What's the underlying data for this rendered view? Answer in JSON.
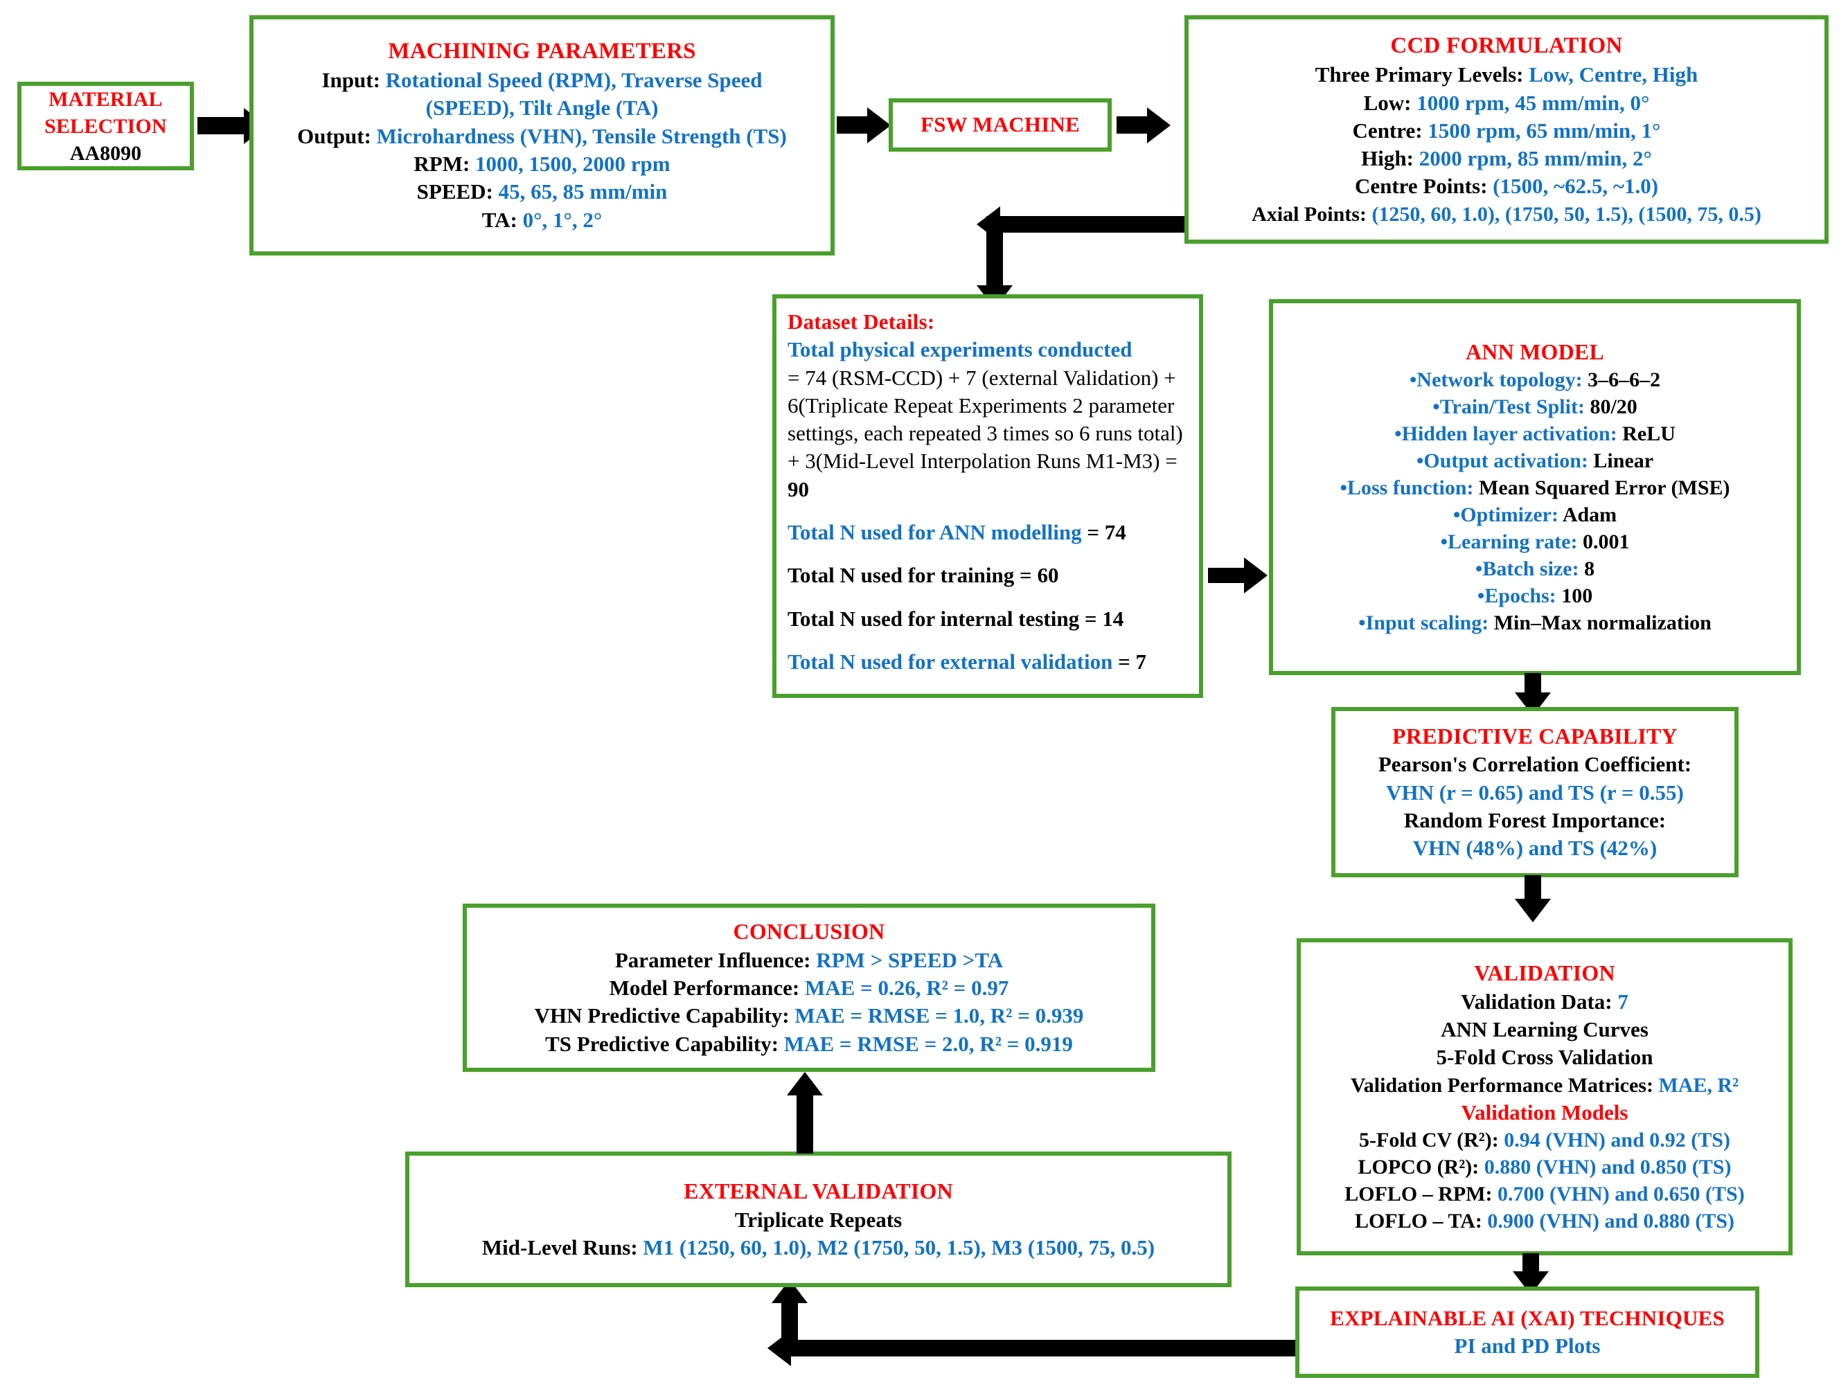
{
  "theme": {
    "box_border_color": "#4aa02c",
    "title_color": "#ff0000",
    "accent_text_color": "#1272c4",
    "body_text_color": "#000000",
    "background": "#ffffff",
    "arrow_color": "#000000"
  },
  "material_selection": {
    "title": "MATERIAL SELECTION",
    "title_line1": "MATERIAL",
    "title_line2": "SELECTION",
    "alloy": "AA8090"
  },
  "machining_parameters": {
    "title": "MACHINING PARAMETERS",
    "input_label": "Input:",
    "input_value_line1": "Rotational Speed (RPM), Traverse Speed",
    "input_value_line2": "(SPEED), Tilt Angle (TA)",
    "output_label": "Output:",
    "output_value": "Microhardness (VHN), Tensile Strength (TS)",
    "rpm_label": "RPM:",
    "rpm_value": "1000, 1500, 2000 rpm",
    "speed_label": "SPEED:",
    "speed_value": "45, 65, 85 mm/min",
    "ta_label": "TA:",
    "ta_value": "0°, 1°, 2°"
  },
  "fsw_machine": {
    "title": "FSW MACHINE"
  },
  "ccd_formulation": {
    "title": "CCD FORMULATION",
    "rows": [
      {
        "label": "Three Primary Levels:",
        "value": "Low, Centre, High"
      },
      {
        "label": "Low:",
        "value": "1000 rpm, 45 mm/min, 0°"
      },
      {
        "label": "Centre:",
        "value": "1500 rpm, 65 mm/min, 1°"
      },
      {
        "label": "High:",
        "value": "2000 rpm, 85 mm/min, 2°"
      },
      {
        "label": "Centre Points:",
        "value": "(1500, ~62.5, ~1.0)"
      },
      {
        "label": "Axial Points:",
        "value": "(1250, 60, 1.0), (1750, 50, 1.5), (1500, 75, 0.5)"
      }
    ]
  },
  "dataset_details": {
    "title": "Dataset Details:",
    "total_headline": "Total physical experiments conducted",
    "total_body": "= 74 (RSM-CCD) + 7 (external Validation) + 6(Triplicate Repeat Experiments 2 parameter settings, each repeated 3 times so 6 runs total) + 3(Mid-Level Interpolation Runs M1-M3) = ",
    "total_value": "90",
    "lines": [
      {
        "label": "Total N used for ANN modelling",
        "sep": " = ",
        "value": "74",
        "label_color": "blue",
        "value_color": "black"
      },
      {
        "label": "Total N used for training",
        "sep": " = ",
        "value": "60",
        "label_color": "black",
        "value_color": "black"
      },
      {
        "label": "Total N used for internal testing",
        "sep": " = ",
        "value": "14",
        "label_color": "black",
        "value_color": "black"
      },
      {
        "label": "Total N used for external validation",
        "sep": " = ",
        "value": "7",
        "label_color": "blue",
        "value_color": "black"
      }
    ]
  },
  "ann_model": {
    "title": "ANN MODEL",
    "bullets": [
      {
        "label": "•Network topology:",
        "value": "3–6–6–2"
      },
      {
        "label": "•Train/Test Split:",
        "value": "80/20"
      },
      {
        "label": "•Hidden layer activation:",
        "value": "ReLU"
      },
      {
        "label": "•Output activation:",
        "value": "Linear"
      },
      {
        "label": "•Loss function:",
        "value": "Mean Squared Error (MSE)"
      },
      {
        "label": "•Optimizer:",
        "value": "Adam"
      },
      {
        "label": "•Learning rate:",
        "value": "0.001"
      },
      {
        "label": "•Batch size:",
        "value": "8"
      },
      {
        "label": "•Epochs:",
        "value": "100"
      },
      {
        "label": "•Input scaling:",
        "value": "Min–Max normalization"
      }
    ]
  },
  "predictive_capability": {
    "title": "PREDICTIVE CAPABILITY",
    "pearson_label": "Pearson's Correlation Coefficient:",
    "pearson_value": "VHN (r = 0.65) and TS (r = 0.55)",
    "rf_label": "Random Forest Importance:",
    "rf_value": "VHN (48%) and TS (42%)"
  },
  "validation": {
    "title": "VALIDATION",
    "data_label": "Validation Data:",
    "data_value": "7",
    "learning_curves": "ANN Learning Curves",
    "cross_validation": "5-Fold Cross Validation",
    "matrices_label": "Validation Performance Matrices:",
    "matrices_value": "MAE, R²",
    "models_title": "Validation Models",
    "models": [
      {
        "label": "5-Fold CV (R²):",
        "value": "0.94 (VHN) and 0.92 (TS)"
      },
      {
        "label": "LOPCO (R²):",
        "value": "0.880 (VHN) and 0.850 (TS)"
      },
      {
        "label": "LOFLO – RPM:",
        "value": "0.700 (VHN) and 0.650 (TS)"
      },
      {
        "label": "LOFLO – TA:",
        "value": "0.900 (VHN) and 0.880 (TS)"
      }
    ]
  },
  "xai": {
    "title": "EXPLAINABLE AI (XAI) TECHNIQUES",
    "plots": "PI and PD Plots"
  },
  "external_validation": {
    "title": "EXTERNAL VALIDATION",
    "repeats": "Triplicate Repeats",
    "runs_label": "Mid-Level Runs:",
    "runs_value": "M1 (1250, 60, 1.0), M2 (1750, 50, 1.5), M3 (1500, 75, 0.5)"
  },
  "conclusion": {
    "title": "CONCLUSION",
    "rows": [
      {
        "label": "Parameter Influence:",
        "value": "RPM > SPEED >TA"
      },
      {
        "label": "Model Performance:",
        "value": "MAE = 0.26, R² = 0.97"
      },
      {
        "label": "VHN Predictive Capability:",
        "value": "MAE = RMSE = 1.0, R² = 0.939"
      },
      {
        "label": "TS Predictive Capability:",
        "value": "MAE = RMSE = 2.0, R² = 0.919"
      }
    ]
  },
  "flow": {
    "edges": [
      {
        "from": "material-selection",
        "to": "machining-parameters",
        "direction": "right"
      },
      {
        "from": "machining-parameters",
        "to": "fsw-machine",
        "direction": "right"
      },
      {
        "from": "fsw-machine",
        "to": "ccd-formulation",
        "direction": "right"
      },
      {
        "from": "ccd-formulation",
        "to": "dataset-details",
        "direction": "left-down"
      },
      {
        "from": "dataset-details",
        "to": "ann-model",
        "direction": "right"
      },
      {
        "from": "ann-model",
        "to": "predictive-capability",
        "direction": "down"
      },
      {
        "from": "predictive-capability",
        "to": "validation",
        "direction": "down"
      },
      {
        "from": "validation",
        "to": "xai",
        "direction": "down"
      },
      {
        "from": "xai",
        "to": "external-validation",
        "direction": "left-up"
      },
      {
        "from": "external-validation",
        "to": "conclusion",
        "direction": "up"
      }
    ]
  }
}
